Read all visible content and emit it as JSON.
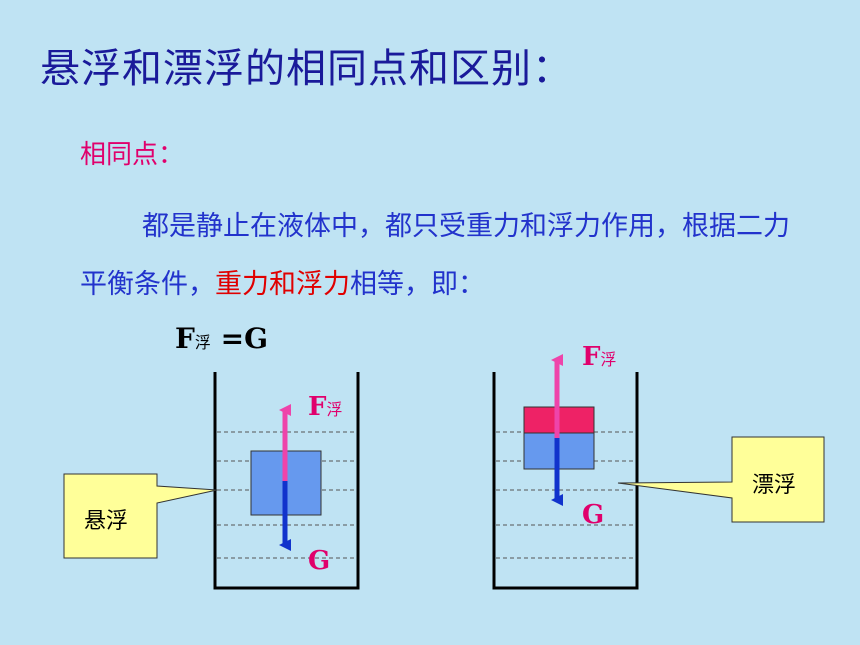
{
  "title": "悬浮和漂浮的相同点和区别：",
  "subhead": "相同点：",
  "paragraph": {
    "part1": "都是静止在液体中，都只受重力和浮力作用，根据二力平衡条件，",
    "highlight": "重力和浮力",
    "part2": "相等，即："
  },
  "formula": {
    "F": "F",
    "sub": "浮",
    "rest": " =G"
  },
  "left_diagram": {
    "force_up_label": "F",
    "force_up_sub": "浮",
    "force_down_label": "G",
    "callout": "悬浮"
  },
  "right_diagram": {
    "force_up_label": "F",
    "force_up_sub": "浮",
    "force_down_label": "G",
    "callout": "漂浮"
  },
  "colors": {
    "background": "#bfe3f3",
    "title": "#1a1a9a",
    "subhead": "#e0006c",
    "text": "#2233cc",
    "highlight": "#e00000",
    "block_blue": "#6699ee",
    "block_pink": "#ee2266",
    "callout_fill": "#ffff99",
    "arrow_up": "#ee44aa",
    "arrow_down": "#1133cc"
  }
}
